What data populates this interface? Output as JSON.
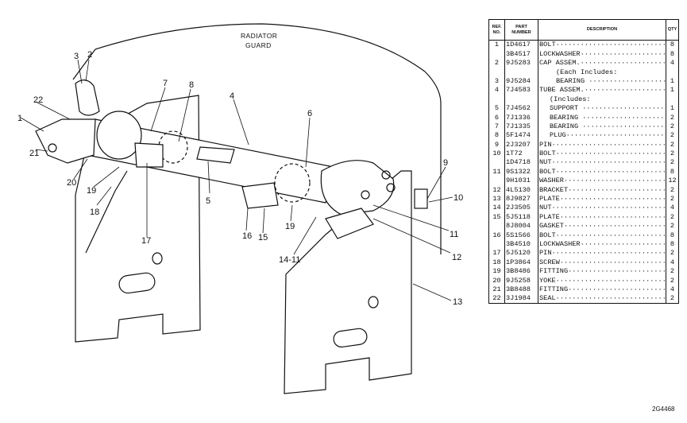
{
  "drawing": {
    "guard_label_line1": "RADIATOR",
    "guard_label_line2": "GUARD",
    "callouts": {
      "c1": "1",
      "c2": "2",
      "c3": "3",
      "c4": "4",
      "c5": "5",
      "c6": "6",
      "c7": "7",
      "c8": "8",
      "c9": "9",
      "c10": "10",
      "c11": "11",
      "c12": "12",
      "c13": "13",
      "c14_11": "14-11",
      "c15": "15",
      "c16": "16",
      "c17": "17",
      "c18": "18",
      "c19a": "19",
      "c19b": "19",
      "c20": "20",
      "c21": "21",
      "c22": "22"
    }
  },
  "table": {
    "headers": {
      "ref": "REF. NO.",
      "pn": "PART NUMBER",
      "desc": "DESCRIPTION",
      "qty": "QTY"
    },
    "rows": [
      {
        "ref": "1",
        "pn": "1D4617",
        "desc": "BOLT·········································",
        "qty": "8"
      },
      {
        "ref": "",
        "pn": "3B4517",
        "desc": "LOCKWASHER··································",
        "qty": "8"
      },
      {
        "ref": "2",
        "pn": "9J5283",
        "desc": "CAP ASSEM.·································",
        "qty": "4"
      },
      {
        "ref": "",
        "pn": "",
        "desc": "(Each Includes:",
        "qty": "",
        "indent": 2
      },
      {
        "ref": "3",
        "pn": "9J5284",
        "desc": "BEARING ······························",
        "qty": "1",
        "indent": 2
      },
      {
        "ref": "4",
        "pn": "7J4583",
        "desc": "TUBE ASSEM.································",
        "qty": "1"
      },
      {
        "ref": "",
        "pn": "",
        "desc": "(Includes:",
        "qty": "",
        "indent": 1
      },
      {
        "ref": "5",
        "pn": "7J4562",
        "desc": "SUPPORT ·····························",
        "qty": "1",
        "indent": 1
      },
      {
        "ref": "6",
        "pn": "7J1336",
        "desc": "BEARING ·····························",
        "qty": "2",
        "indent": 1
      },
      {
        "ref": "7",
        "pn": "7J1335",
        "desc": "BEARING ·····························",
        "qty": "2",
        "indent": 1
      },
      {
        "ref": "8",
        "pn": "5F1474",
        "desc": "PLUG·································",
        "qty": "2",
        "indent": 1
      },
      {
        "ref": "9",
        "pn": "2J3207",
        "desc": "PIN··········································",
        "qty": "2"
      },
      {
        "ref": "10",
        "pn": "1T72",
        "desc": "BOLT·········································",
        "qty": "2"
      },
      {
        "ref": "",
        "pn": "1D4718",
        "desc": "NUT··········································",
        "qty": "2"
      },
      {
        "ref": "11",
        "pn": "9S1322",
        "desc": "BOLT·········································",
        "qty": "8"
      },
      {
        "ref": "",
        "pn": "9H1031",
        "desc": "WASHER·····································",
        "qty": "12"
      },
      {
        "ref": "12",
        "pn": "4L5130",
        "desc": "BRACKET····································",
        "qty": "2"
      },
      {
        "ref": "13",
        "pn": "8J9827",
        "desc": "PLATE······································",
        "qty": "2"
      },
      {
        "ref": "14",
        "pn": "2J3505",
        "desc": "NUT··········································",
        "qty": "4"
      },
      {
        "ref": "15",
        "pn": "5J5118",
        "desc": "PLATE······································",
        "qty": "2"
      },
      {
        "ref": "",
        "pn": "8J8004",
        "desc": "GASKET····································",
        "qty": "2"
      },
      {
        "ref": "16",
        "pn": "5S1566",
        "desc": "BOLT·········································",
        "qty": "8"
      },
      {
        "ref": "",
        "pn": "3B4510",
        "desc": "LOCKWASHER··································",
        "qty": "8"
      },
      {
        "ref": "17",
        "pn": "5J5120",
        "desc": "PIN··········································",
        "qty": "2"
      },
      {
        "ref": "18",
        "pn": "1P3864",
        "desc": "SCREW······································",
        "qty": "4"
      },
      {
        "ref": "19",
        "pn": "3B8486",
        "desc": "FITTING····································",
        "qty": "2"
      },
      {
        "ref": "20",
        "pn": "9J5258",
        "desc": "YOKE·········································",
        "qty": "2"
      },
      {
        "ref": "21",
        "pn": "3B8488",
        "desc": "FITTING····································",
        "qty": "4"
      },
      {
        "ref": "22",
        "pn": "3J1984",
        "desc": "SEAL·········································",
        "qty": "2"
      }
    ]
  },
  "drawing_number": "2G4468"
}
